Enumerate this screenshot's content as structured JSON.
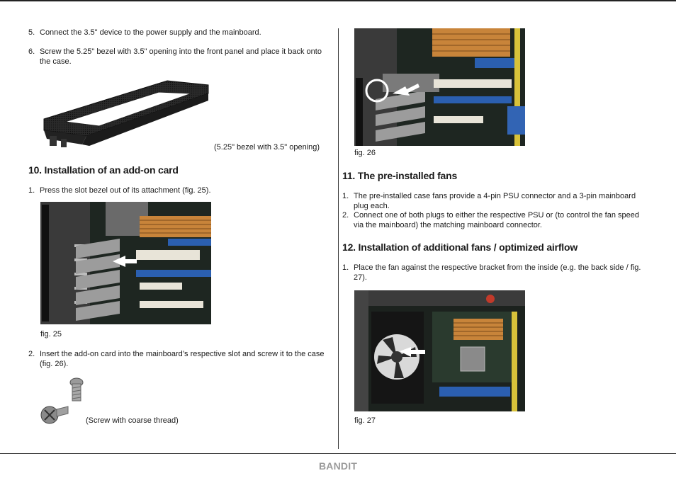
{
  "left": {
    "step5": {
      "num": "5.",
      "text": "Connect the 3.5\" device to the power supply and the mainboard."
    },
    "step6": {
      "num": "6.",
      "text": "Screw the 5.25\" bezel with 3.5\" opening into the front panel and place it back onto the case."
    },
    "bezel_caption": "(5.25\" bezel with 3.5\" opening)",
    "section10": {
      "title": "10. Installation of an add-on card",
      "step1": {
        "num": "1.",
        "text": "Press the slot bezel out of its attachment (fig. 25)."
      },
      "fig25": "fig. 25",
      "step2": {
        "num": "2.",
        "text": "Insert the add-on card into the mainboard’s respective slot and screw it to the case (fig. 26)."
      },
      "screw_caption": "(Screw with coarse thread)"
    }
  },
  "right": {
    "fig26": "fig. 26",
    "section11": {
      "title": "11. The pre-installed fans",
      "step1": {
        "num": "1.",
        "text": "The pre-installed case fans provide a 4-pin PSU connector and a 3-pin mainboard plug each."
      },
      "step2": {
        "num": "2.",
        "text": "Connect one of both plugs to either the respective PSU or (to control the fan speed via the mainboard) the matching mainboard connector."
      }
    },
    "section12": {
      "title": "12. Installation of additional fans / optimized airflow",
      "step1": {
        "num": "1.",
        "text": "Place the fan against the respective bracket from the inside (e.g. the back side / fig. 27)."
      },
      "fig27": "fig. 27"
    }
  },
  "footer": {
    "brand": "BANDIT"
  },
  "colors": {
    "rule": "#333333",
    "brand": "#9a9a9a",
    "copper": "#c8843a",
    "pcb": "#2a3a2e",
    "slot_blue": "#2b5fb0"
  },
  "images": {
    "bezel": "bezel-photo",
    "fig25": "pci-slot-photo",
    "screws": "screw-photo",
    "fig26": "card-insert-photo",
    "fig27": "fan-install-photo"
  }
}
